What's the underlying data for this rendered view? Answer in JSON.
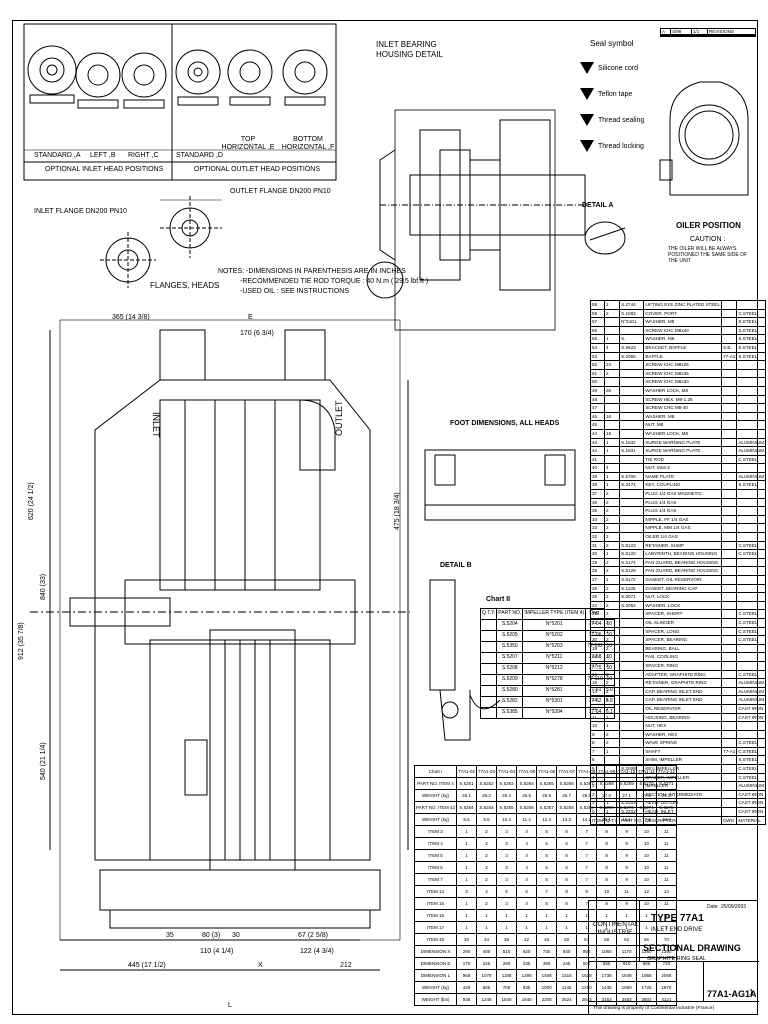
{
  "captions": {
    "standard_a": "STANDARD ,A",
    "left_b": "LEFT ,B",
    "right_c": "RIGHT ,C",
    "standard_d": "STANDARD ,D",
    "top_e": "TOP HORIZONTAL ,E",
    "bottom_f": "BOTTOM HORIZONTAL ,F",
    "inlet_positions": "OPTIONAL INLET HEAD POSITIONS",
    "outlet_positions": "OPTIONAL OUTLET HEAD POSITIONS",
    "inlet_bearing": "INLET BEARING HOUSING DETAIL",
    "flanges_heads": "FLANGES, HEADS",
    "inlet_flange": "INLET FLANGE DN200 PN10",
    "outlet_flange": "OUTLET FLANGE DN200 PN10",
    "foot_dimensions": "FOOT DIMENSIONS, ALL HEADS",
    "detail_a": "DETAIL A",
    "detail_b": "DETAIL B",
    "oiler_position": "OILER POSITION",
    "caution": "CAUTION :",
    "caution_text": "THE OILER WILL BE ALWAYS POSITIONED THE SAME SIDE OF THE UNIT",
    "inlet": "INLET",
    "outlet": "OUTLET"
  },
  "notes": {
    "line1": "NOTES: -DIMENSIONS IN PARENTHESIS ARE IN INCHES",
    "line2": "-RECOMMENDED TIE ROD TORQUE : 40 N.m ( 29.5 lbf.ft )",
    "line3": "-USED OIL : SEE INSTRUCTIONS"
  },
  "seal_symbols": {
    "title": "Seal symbol",
    "items": [
      "Silicone cord",
      "Teflon tape",
      "Thread sealing",
      "Thread locking"
    ]
  },
  "dimensions": {
    "d365": "365 (14 3/8)",
    "dL": "L",
    "dX": "X",
    "d445": "445 (17 1/2)",
    "d212": "212",
    "d122": "122 (4 3/4)",
    "d80": "80 (3)",
    "d110": "110 (4 1/4)",
    "d35": "35",
    "d30": "30",
    "d67": "67 (2 5/8)",
    "dE": "E",
    "d170": "170 (6 3/4)",
    "d620": "620 (24 1/2)",
    "d475": "475 (18 3/4)",
    "d840": "840 (33)",
    "d540": "540 (21 1/4)",
    "d912": "912 (35 7/8)"
  },
  "chart_ii": {
    "title": "Chart II",
    "header": [
      "Q.T.Y.",
      "PART NO.",
      "IMPELLER TYPE (ITEM 4)",
      "Dwg."
    ],
    "rows": [
      [
        "",
        "S.5204",
        "N°5201",
        "77-04",
        "10"
      ],
      [
        "",
        "S.5205",
        "N°5202",
        "77-06",
        "10"
      ],
      [
        "",
        "S.5350",
        "N°5203",
        "77-192",
        "10"
      ],
      [
        "",
        "S.5207",
        "N°5211",
        "77-58",
        "10"
      ],
      [
        "",
        "S.5208",
        "N°5212",
        "77-75",
        "10"
      ],
      [
        "",
        "S.5209",
        "N°5278",
        "77-110",
        "10"
      ],
      [
        "",
        "S.5280",
        "N°5281",
        "77-61",
        "5.0"
      ],
      [
        "",
        "S.5282",
        "N°5301",
        "77-62",
        "5.8"
      ],
      [
        "",
        "S.5385",
        "N°5394",
        "77-64",
        "6.1"
      ]
    ]
  },
  "chart_i": {
    "title": "Chart I",
    "cols": [
      "77A1-02",
      "77A1-03",
      "77A1-04",
      "77A1-05",
      "77A1-06",
      "77A1-07",
      "77A1-08",
      "77A1-09",
      "77A1-10",
      "77A1-11",
      "77A1-12"
    ],
    "rows": [
      [
        "PART NO. ITEM 4",
        "S.5261",
        "S.5262",
        "S.5263",
        "S.5264",
        "S.5265",
        "S.5266",
        "S.5267",
        "S.5268",
        "S.5269",
        "S.5270",
        "S.5271"
      ],
      [
        "WEIGHT (kg)",
        "26.1",
        "26.3",
        "26.4",
        "26.5",
        "26.6",
        "26.7",
        "26.8",
        "27.0",
        "27.1",
        "27.2",
        "27.3"
      ],
      [
        "PART NO. ITEM 42",
        "S.5254",
        "S.5254",
        "S.5255",
        "S.5256",
        "S.5257",
        "S.5258",
        "S.5259",
        "S.5260",
        "S.5273",
        "S.5274",
        "S.5275"
      ],
      [
        "WEIGHT (kg)",
        "8.5",
        "9.5",
        "10.4",
        "11.4",
        "12.4",
        "13.3",
        "14.2",
        "15.1",
        "16.1",
        "17.0",
        "18.0"
      ],
      [
        "ITEM 3",
        "1",
        "2",
        "3",
        "4",
        "5",
        "6",
        "7",
        "8",
        "9",
        "10",
        "11"
      ],
      [
        "ITEM 4",
        "1",
        "2",
        "3",
        "4",
        "5",
        "6",
        "7",
        "8",
        "9",
        "10",
        "11"
      ],
      [
        "ITEM 5",
        "1",
        "2",
        "3",
        "4",
        "5",
        "6",
        "7",
        "8",
        "9",
        "10",
        "11"
      ],
      [
        "ITEM 6",
        "1",
        "2",
        "3",
        "4",
        "5",
        "6",
        "7",
        "8",
        "9",
        "10",
        "11"
      ],
      [
        "ITEM 7",
        "1",
        "2",
        "3",
        "4",
        "5",
        "6",
        "7",
        "8",
        "9",
        "10",
        "11"
      ],
      [
        "ITEM 14",
        "3",
        "4",
        "5",
        "6",
        "7",
        "8",
        "9",
        "10",
        "11",
        "12",
        "13"
      ],
      [
        "ITEM 15",
        "1",
        "2",
        "3",
        "4",
        "5",
        "6",
        "7",
        "8",
        "9",
        "10",
        "11"
      ],
      [
        "ITEM 16",
        "1",
        "1",
        "1",
        "1",
        "1",
        "1",
        "1",
        "1",
        "1",
        "1",
        "1"
      ],
      [
        "ITEM 17",
        "1",
        "1",
        "1",
        "1",
        "1",
        "1",
        "1",
        "1",
        "1",
        "1",
        "1"
      ],
      [
        "ITEM 48",
        "30",
        "34",
        "38",
        "42",
        "46",
        "50",
        "54",
        "58",
        "62",
        "66",
        "70"
      ],
      [
        "DIMENSION X",
        "290",
        "400",
        "510",
        "620",
        "730",
        "840",
        "950",
        "1060",
        "1170",
        "1280",
        "1390"
      ],
      [
        "DIMENSION E",
        "170",
        "225",
        "280",
        "335",
        "390",
        "445",
        "500",
        "555",
        "610",
        "665",
        "720"
      ],
      [
        "DIMENSION L",
        "968",
        "1078",
        "1188",
        "1298",
        "1408",
        "1518",
        "1628",
        "1738",
        "1848",
        "1958",
        "2068"
      ],
      [
        "WEIGHT (kg)",
        "428",
        "565",
        "700",
        "835",
        "1000",
        "1145",
        "1290",
        "1435",
        "1580",
        "1725",
        "1870"
      ],
      [
        "WEIGHT (lbs)",
        "936",
        "1245",
        "1540",
        "1840",
        "2205",
        "2524",
        "2843",
        "3163",
        "3483",
        "3802",
        "4121"
      ]
    ]
  },
  "parts": {
    "rows": [
      [
        "59",
        "2",
        "S.2744",
        "LIFTING EYE ZINC PLATED STEEL",
        "",
        ""
      ],
      [
        "58",
        "2",
        "S.1083",
        "COVER, PORT",
        "",
        "C.STEEL"
      ],
      [
        "57",
        "",
        "N°5101",
        "WASHER, M8",
        "",
        "S.STEEL"
      ],
      [
        "56",
        "",
        "",
        "SCREW CHC M8x40",
        "",
        "S.STEEL"
      ],
      [
        "55",
        "1",
        "S.",
        "WASHER, M6",
        "",
        "S.STEEL"
      ],
      [
        "54",
        "4",
        "S.5623",
        "BRACKET, BAFFLE",
        "S.B.",
        "S.STEEL"
      ],
      [
        "53",
        "",
        "S.2065",
        "BAFFLE",
        "77-A1",
        "S.STEEL"
      ],
      [
        "52",
        "24",
        "",
        "SCREW CHC M8x25",
        "",
        ""
      ],
      [
        "51",
        "2",
        "",
        "SCREW CHC M8x35",
        "",
        ""
      ],
      [
        "50",
        "",
        "",
        "SCREW CHC M8x30",
        "",
        ""
      ],
      [
        "49",
        "36",
        "",
        "WASHER LOCK, M8",
        "",
        ""
      ],
      [
        "48",
        "",
        "",
        "SCREW HEX. M8-1.25",
        "",
        ""
      ],
      [
        "47",
        "",
        "",
        "SCREW CHC M8-40",
        "",
        ""
      ],
      [
        "46",
        "16",
        "",
        "WASHER, M8",
        "",
        ""
      ],
      [
        "45",
        "",
        "",
        "NUT, M8",
        "",
        ""
      ],
      [
        "44",
        "16",
        "",
        "WASHER LOCK, M8",
        "",
        ""
      ],
      [
        "43",
        "1",
        "S.1932",
        "SURGE WARNING PLATE",
        "",
        "ALUMINIUM"
      ],
      [
        "42",
        "1",
        "S.1931",
        "SURGE WARNING PLATE",
        "",
        "ALUMINIUM"
      ],
      [
        "41",
        "",
        "",
        "TIE ROD",
        "",
        "C.STEEL"
      ],
      [
        "40",
        "4",
        "",
        "NUT, M16-2",
        "",
        ""
      ],
      [
        "39",
        "1",
        "S.5706",
        "NAME PLATE",
        "",
        "ALUMINIUM"
      ],
      [
        "38",
        "1",
        "S.2474",
        "KEY, COUPLING",
        "",
        "S.STEEL"
      ],
      [
        "37",
        "2",
        "",
        "PLUG 1/4 GAS MAGNETIC",
        "",
        ""
      ],
      [
        "36",
        "2",
        "",
        "PLUG 1/4 GAS",
        "",
        ""
      ],
      [
        "35",
        "2",
        "",
        "PLUG 1/4 GAS",
        "",
        ""
      ],
      [
        "34",
        "2",
        "",
        "NIPPLE, FF 1/4 GAS",
        "",
        ""
      ],
      [
        "33",
        "2",
        "",
        "NIPPLE, MM 1/4 GAS",
        "",
        ""
      ],
      [
        "32",
        "2",
        "",
        "OILER 1/4 GAS",
        "",
        ""
      ],
      [
        "31",
        "2",
        "S.5123",
        "RETAINER, SUMP",
        "",
        "C.STEEL"
      ],
      [
        "30",
        "1",
        "S.5120",
        "LABYRINTH, BEARING HOUSING",
        "",
        "C.STEEL"
      ],
      [
        "29",
        "2",
        "S.5174",
        "FAN GUARD, BEARING HOUSING",
        "",
        ""
      ],
      [
        "28",
        "2",
        "S.5128",
        "FAN GUARD, BEARING HOUSING",
        "",
        ""
      ],
      [
        "27",
        "1",
        "S.5172",
        "GASKET, OIL RESERVOIR",
        "",
        ""
      ],
      [
        "26",
        "2",
        "S.1135",
        "GASKET, BEARING CAP",
        "",
        ""
      ],
      [
        "25",
        "2",
        "S.2071",
        "NUT, LOCK",
        "",
        ""
      ],
      [
        "24",
        "2",
        "S.2052",
        "WASHER, LOCK",
        "",
        ""
      ],
      [
        "23",
        "2",
        "",
        "SPACER, SHORT",
        "",
        "C.STEEL"
      ],
      [
        "22",
        "2",
        "",
        "OIL SLINGER",
        "",
        "C.STEEL"
      ],
      [
        "21",
        "1",
        "",
        "SPACER, LONG",
        "",
        "C.STEEL"
      ],
      [
        "20",
        "2",
        "",
        "SPACER, BEARING",
        "",
        "C.STEEL"
      ],
      [
        "19",
        "2",
        "",
        "BEARING, BALL",
        "",
        ""
      ],
      [
        "18",
        "2",
        "",
        "FAN, COOLING",
        "",
        ""
      ],
      [
        "17",
        "2",
        "",
        "SPACER, RING",
        "",
        ""
      ],
      [
        "16",
        "2",
        "",
        "ADAPTER, GRAPHITE RING",
        "",
        "C.STEEL"
      ],
      [
        "15",
        "2",
        "",
        "RETAINER, GRAPHITE RING",
        "",
        "ALUMINIUM"
      ],
      [
        "14",
        "2",
        "",
        "CAP, BEARING INLET END",
        "",
        "ALUMINIUM"
      ],
      [
        "13",
        "2",
        "",
        "CAP, BEARING INLET END",
        "",
        "ALUMINIUM"
      ],
      [
        "12",
        "1",
        "",
        "OIL RESERVOIR",
        "",
        "CAST IRON"
      ],
      [
        "11",
        "1",
        "",
        "HOUSING, BEARING",
        "",
        "CAST IRON"
      ],
      [
        "10",
        "1",
        "",
        "NUT, HEX",
        "",
        ""
      ],
      [
        "9",
        "2",
        "",
        "WASHER, HEX",
        "",
        ""
      ],
      [
        "8",
        "2",
        "",
        "WAVE SPRING",
        "",
        "C.STEEL"
      ],
      [
        "7",
        "1",
        "",
        "SHAFT",
        "77-A1",
        "C.STEEL"
      ],
      [
        "6",
        "",
        "",
        "SHIM, IMPELLER",
        "",
        "S.STEEL"
      ],
      [
        "5",
        "",
        "S.2008",
        "KEY, IMPELLER",
        "",
        "C.STEEL"
      ],
      [
        "4",
        "",
        "",
        "SPACER, IMPELLER",
        "",
        "C.STEEL"
      ],
      [
        "3",
        "",
        "",
        "IMPELLER",
        "",
        "ALUMINIUM"
      ],
      [
        "2",
        "",
        "",
        "SECTION, INTERMEDIATE",
        "",
        "CAST IRON"
      ],
      [
        "1",
        "1",
        "S.2203",
        "HEAD, OUTLET",
        "",
        "CAST IRON"
      ],
      [
        "0",
        "1",
        "S.2202",
        "HEAD, INLET",
        "",
        "CAST IRON"
      ]
    ],
    "header": [
      "ITEM",
      "Q.T.Y.",
      "PART NO.",
      "DESCRIPTION",
      "DWG",
      "MATERIAL"
    ]
  },
  "title_block": {
    "company": "CONTINENTAL INDUSTRIE",
    "type": "TYPE 77A1",
    "sub": "INLET END DRIVE",
    "title": "SECTIONAL DRAWING",
    "subtitle": "GRAPHITE RING SEAL",
    "dwg_no": "77A1-AG1A",
    "sheet": "1",
    "footer": "This drawing is property of Continental Industrie (France)",
    "date_label": "Date",
    "date": "25/09/2003"
  },
  "revision": {
    "rows": [
      [
        "A",
        "5/98",
        "1/1",
        "REVISIONS"
      ],
      [
        "",
        "",
        "",
        ""
      ],
      [
        "",
        "",
        "",
        ""
      ]
    ]
  }
}
